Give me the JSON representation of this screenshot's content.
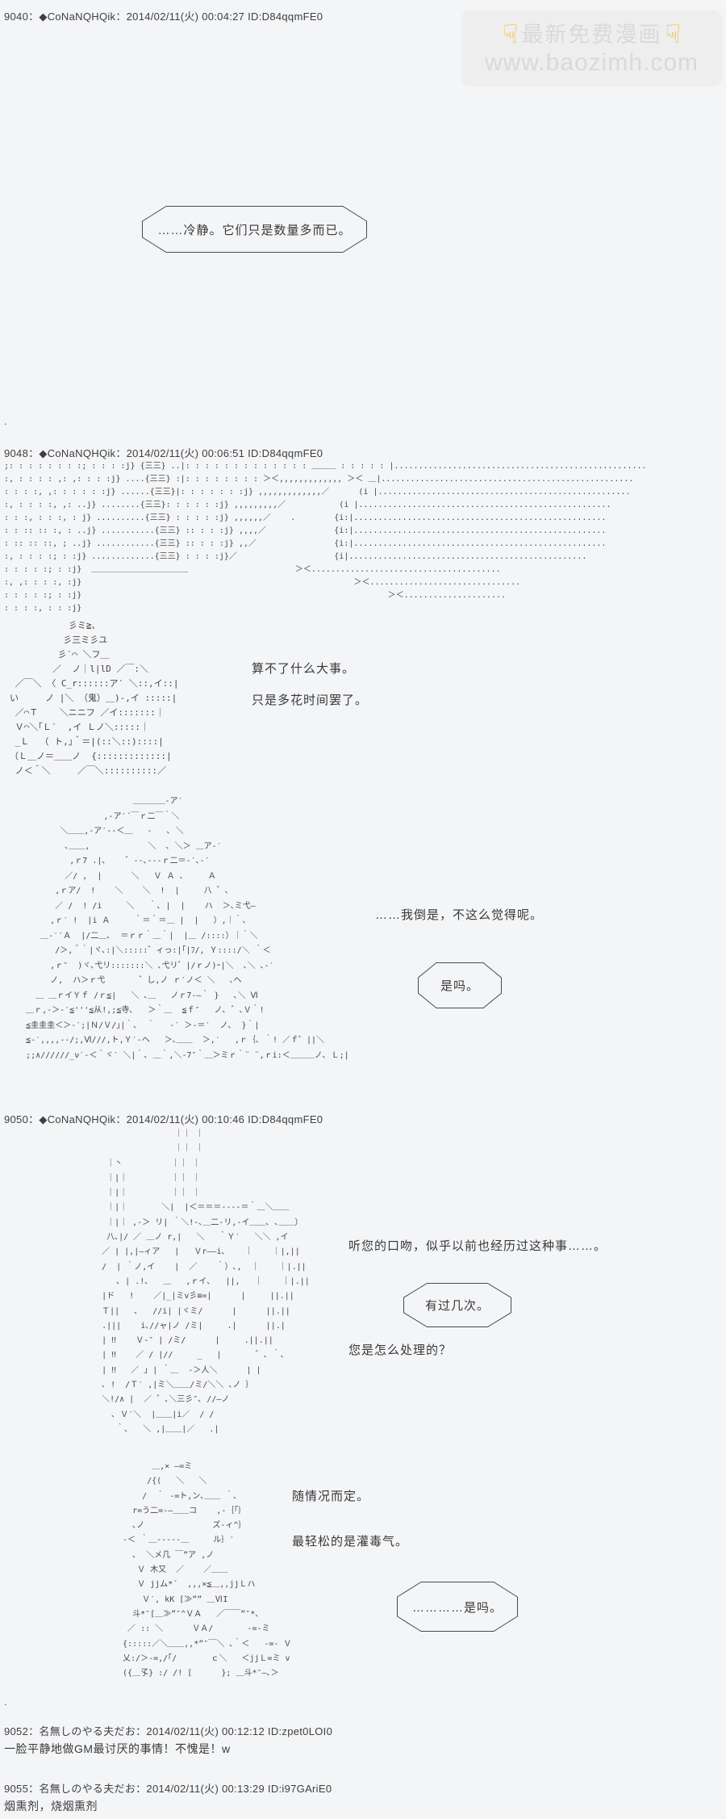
{
  "page": {
    "background": "#f4f5f7",
    "text_color": "#3a3a3a",
    "accent_hand_color": "#f2c230"
  },
  "promo_badge": {
    "title": "最新免费漫画",
    "url": "www.baozimh.com",
    "hand_icon": "☟"
  },
  "posts": {
    "p9040": {
      "header": "9040：◆CoNaNQHQik：2014/02/11(火) 00:04:27 ID:D84qqmFE0"
    },
    "p9048": {
      "header": "9048：◆CoNaNQHQik：2014/02/11(火) 00:06:51 ID:D84qqmFE0"
    },
    "p9050": {
      "header": "9050：◆CoNaNQHQik：2014/02/11(火) 00:10:46 ID:D84qqmFE0"
    },
    "p9052": {
      "header": "9052：名無しのやる夫だお：2014/02/11(火) 00:12:12 ID:zpet0LOI0",
      "comment": "一脸平静地做GM最讨厌的事情！不愧是！w"
    },
    "p9055": {
      "header": "9055：名無しのやる夫だお：2014/02/11(火) 00:13:29 ID:i97GAriE0",
      "comment": "烟熏剂，烧烟熏剂"
    }
  },
  "separators": {
    "dot1": ".",
    "dot2": "."
  },
  "dialogue": {
    "bubble_calm": "……冷静。它们只是数量多而已。",
    "line_nobigdeal": "算不了什么大事。",
    "line_justtime": "只是多花时间罢了。",
    "line_idontthink": "……我倒是，不这么觉得呢。",
    "bubble_isthatso1": "是吗。",
    "line_experienced": "听您的口吻，似乎以前也经历过这种事……。",
    "bubble_afewtimes": "有过几次。",
    "line_howhandle": "您是怎么处理的？",
    "line_depends": "随情况而定。",
    "line_easiest": "最轻松的是灌毒气。",
    "bubble_isthatso2": "…………是吗。"
  },
  "ascii_art": {
    "scene_corridor": [
      ";: : : : : : : :; : : : :j} {三三} ..|: : : : : : : : : : : : : ＿＿＿ : : : : : |....................................................",
      ":, : : : : ,: ,: : : :j} ....{三三} :|: : : : : : : : ＞＜,,,,,,,,,,,,, ＞＜ ＿|....................................................",
      ": : : :, ,: : : : : :j} ......{三三}|: : : : : : :j} ,,,,,,,,,,,,,／      (i |....................................................",
      ":, : : : :, ,: ..j} ........{三三}: : : : : :j} ,,,,,,,,,／           (i |....................................................",
      ": : :, : : :, : j} ..........{三三} : : : : :j} ,,,,,,／    .        {i:|....................................................",
      ": : :: :: :, : ..j} ...........{三三} :: : : :j} ,,,,／              {i:|....................................................",
      ": :: :: ::, ; ..j} ............{三三} :: : : :j} ,,／                {i:|....................................................",
      ":, : : : :; : :j} .............{三三} : : : :j}／                    {i|.................................................",
      ": : : : :; : :j}  ＿＿＿＿＿＿＿＿＿＿＿＿                      ＞＜.......................................",
      ":, ,: : : :, :j}                                                        ＞＜...............................",
      ": : : : :; : :j}                                                               ＞＜.....................",
      ": : : :, : : :j}"
    ],
    "oni_face": [
      "           彡ミ≧、",
      "          彡三ミ彡ユ",
      "         彡′⌒ ＼フ＿",
      "        ／  ノ｜l|lD ／￣:＼",
      " ／￣＼ 〈 C_r::::::ア′ ＼::,イ::|",
      "い     ノ |＼ （鬼）＿)-,イ :::::|",
      " ／⌒Ｔ    ＼ニニフ ／イ:::::::｜",
      " Ｖ⌒＼｢Ｌ′  ,イ Ｌノ＼:::::｜",
      " _Ｌ  （ ト,｣＾＝|(::＼::)::::|",
      "（Ｌ＿ノ＝＿＿ノ  {:::::::::::::|",
      " ノ＜＾＼     ／￣＼::::::::::／"
    ],
    "longhair_figure": [
      "                          ＿＿＿＿-ア′",
      "                    ,‐ア′´￣ｒ二￣｀＼",
      "           ＼＿＿,-ア′--＜＿   ‐   ､ ＼",
      "            ､＿＿,            ＼  ､ ＼＞ ＿ア-′",
      "             ,ｒ7 .|､    ゛--､---ｒ二＝-′､-′",
      "            ／/ ,  |      ＼   Ｖ Ａ ､     Ａ",
      "          ,ｒア/  !    ＼    ＼  !  |     八 ゛､",
      "          ／ /  ! /i     ＼   ｀､ |  |    ハ  ＞､ミ弋―",
      "         ,ｒ′ !  |i Ａ     ｀＝｀＝＿ |  |   ）,｜｀､",
      "       ＿-′′Ａ  |/二＿､  ＝ｒｒ｀＿｀|  |＿ /::::）｜｀＼",
      "          /＞,＾｀|ヾ､:|＼:::::゛ィっ:|｢|ﾌ/, Ｙ::::/＼ ｀＜",
      "         ,ｒ″  )ヾ､弋リ:::::::＼ ､弋リ゛|/ｒノ)ｰ|＼  ､＼ ､-′",
      "         ノ,  ハ＞ｒ弋       ゛し,ノ ｒ′ノ＜ ＼   ､ヘ",
      "      ＿ ＿ｒイＹｆ /ｒ≦|   ＼ ､＿   ノｒ7-―｀ }   ､＼ Ⅵ",
      "    ＿ｒ,-＞-′≦'''≦从!,;≦寺､   ＞｀＿  ≦ｆ″   ノ､ ゛､Ｖ｀!",
      "    ≦圭圭圭＜＞-′;|Ｎ/Ｖ/｣|｀､  ｀   -′ ＞-＝′  ノ､  }｀|",
      "    ≦-′,,,,--/;,Ⅵ///,ト,Ｙ′-ヘ   ＞､＿＿  ＞,′   ,ｒ｛､ ｀! ／ｆ゜||＼",
      "    ;;∧//////_ν′-＜｀ヾ′ ＼|｀､ ＿｀,＼-7″｀＿＞ミｒ｀¨ ¨,ｒi:＜＿＿＿ノ､ Ｌ;|"
    ],
    "figure_9050": [
      "                    ｜｜ ｜",
      "                    ｜｜ ｜",
      "      ｜丶          ｜｜ ｜",
      "      ｜|｜         ｜｜ ｜",
      "      ｜|｜         ｜｜ ｜",
      "      ｜|｜       ＼|  |＜＝＝＝----＝｀＿＼＿＿",
      "      ｜|｜ ,-＞ リ| ｀＼!-､＿二‐リ,-イ＿＿､ ､＿＿）",
      "      八､|/ ／ ＿ノ r,|   ＼   ｀Ｙ′   ＼＼ ,イ",
      "     ／ | |,|―ィア   |   Ｖr――i､    ｜    ｜|,||",
      "     /  | ｀ノ,イ    |  ／    ｀）､,  ｜    ｜|.||",
      "        ､ | .!､   ＿   ,ｒイ､   ||,   ｜    ｜|.||",
      "     |ド   !    ／|_|ミv彡≡=|      |     ||.||",
      "     Ｔ||   ､   //i| |ヾミ/      |      ||.||",
      "     .|||    i､//ャ|ノ /ミ|     .|      ||.|",
      "     | ‼    Ｖ-″ | /ミ/      |     .||.||",
      "     | ‼    ／ / |//     _   |       ゛､ ｀､",
      "     | ‼   ／ ｣ | ｀＿  -＞人＼      | |",
      "     ､ !  /Ｔ′ ,|ミ＼＿＿/ミ/＼＼ ､ノ ｝",
      "     ＼!/∧ |  ／ ゛､＼三彡″､ //―ノ",
      "       ､ Ｖ′＼  |＿＿|i／  / /",
      "        ｀､   ＼ ,|＿＿|／   .|"
    ],
    "figure_gas": [
      "        ＿,× ―=ミ",
      "       /{(   ＼   ＼",
      "      /  ｀ -=ト,ン､＿＿ ｀､",
      "    r=う二=-―＿＿コ    ,-｛｢｝",
      "    ､ノ              ズ-ィ^｝",
      "  -＜ ｀＿-----＿     ル｝′",
      "    ､  ＼メ几 ￣”ア ,ノ",
      "     Ｖ 木又  ／    ／＿＿",
      "     Ｖ jjム*´  ,,,×≦＿,,jjＬハ",
      "      Ｖ′, kK [≫”” ＿ⅥI",
      "    斗*″[＿≫”″^ＶＡ   ／￣￣”″*､",
      "   ／ :: ＼      ＶＡ/       -=-ミ",
      "  {:::::／＼＿＿,,*”″￣＼ ､｀＜   -=- Ｖ",
      "  乂:/＞-=,/｢/       ｃ＼   ＜jjＬ=ミ v",
      "  ({＿孓} :/ /! [      }; ＿斗*″—､＞"
    ]
  }
}
